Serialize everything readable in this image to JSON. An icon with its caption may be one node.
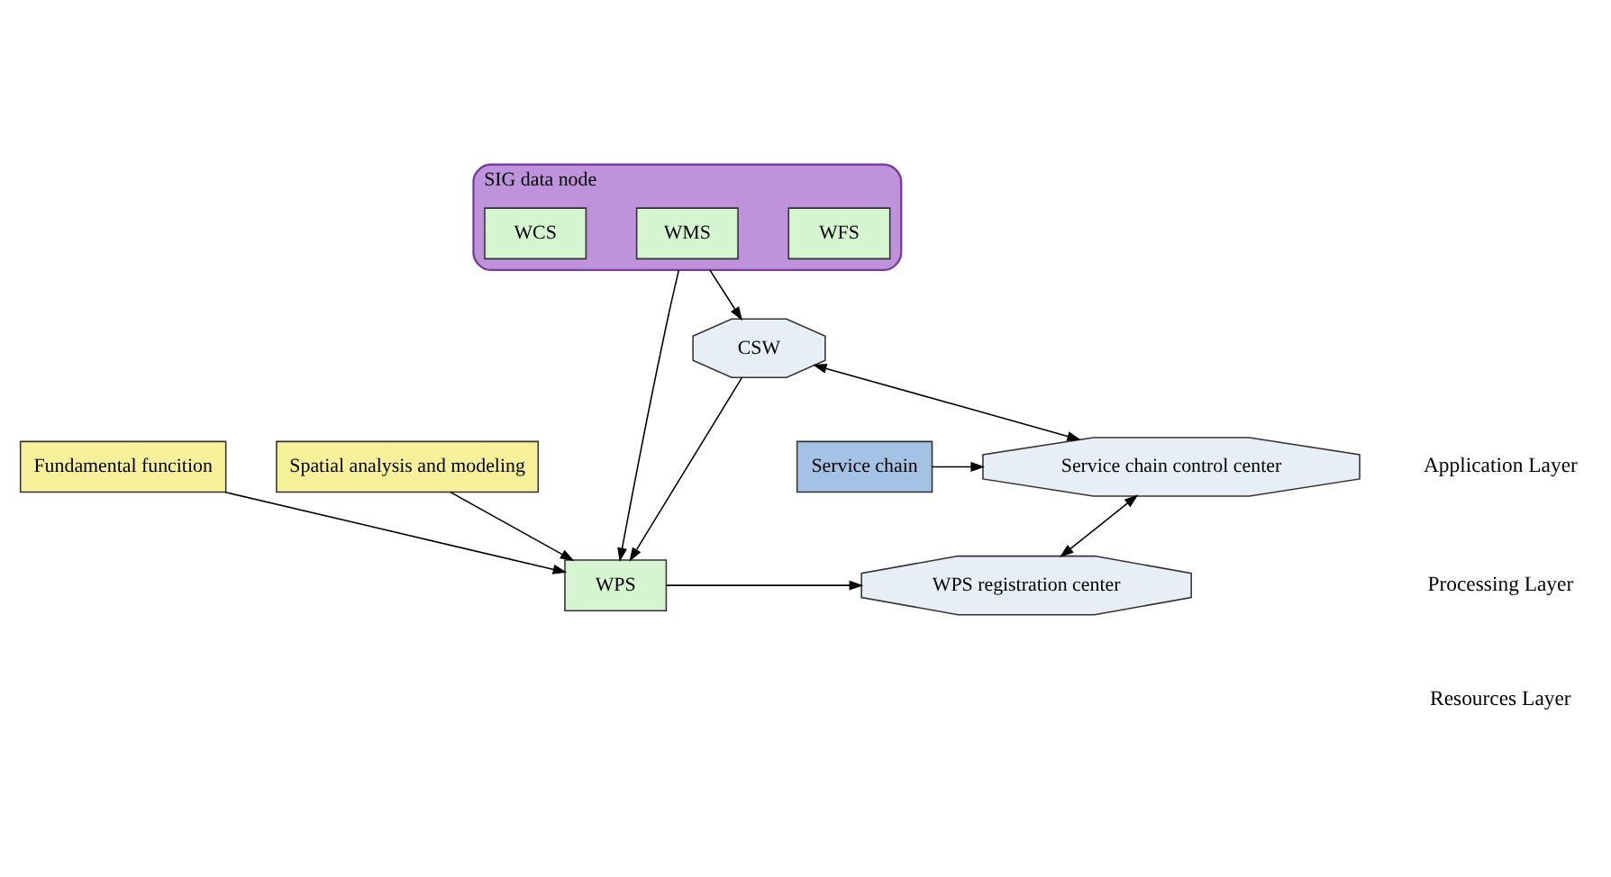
{
  "diagram": {
    "nodes": [
      {
        "text": [
          "Service chain control center"
        ]
      },
      {
        "text": [
          "Service chain"
        ]
      },
      {
        "text": [
          "WPS registration center"
        ]
      },
      {
        "text": [
          "WPS"
        ]
      },
      {
        "text": [
          "Fundamental funcition"
        ]
      },
      {
        "text": [
          "Spatial analysis and modeling"
        ]
      },
      {
        "text": [
          "CSW"
        ]
      },
      {
        "text": [
          "SIG data node"
        ]
      },
      {
        "text": [
          "WFS"
        ],
        "in": 7
      },
      {
        "text": [
          "WMS"
        ],
        "in": 7
      },
      {
        "text": [
          "WCS"
        ],
        "in": 7
      }
    ],
    "edges": [
      {
        "from": 1,
        "to": 0,
        "arrow": "to"
      },
      {
        "from": 0,
        "to": 2,
        "arrow": "both"
      },
      {
        "from": 3,
        "to": 2,
        "arrow": "to"
      },
      {
        "from": 4,
        "to": 3,
        "arrow": "to"
      },
      {
        "from": 5,
        "to": 3,
        "arrow": "to"
      },
      {
        "from": 6,
        "to": 3,
        "arrow": "to"
      },
      {
        "from": 7,
        "to": 3,
        "arrow": "to"
      },
      {
        "from": 7,
        "to": 6,
        "arrow": "to"
      },
      {
        "from": 6,
        "to": 0,
        "arrow": "both"
      }
    ],
    "labels": [
      "Application Layer",
      "Processing Layer",
      "Resources Layer"
    ]
  }
}
